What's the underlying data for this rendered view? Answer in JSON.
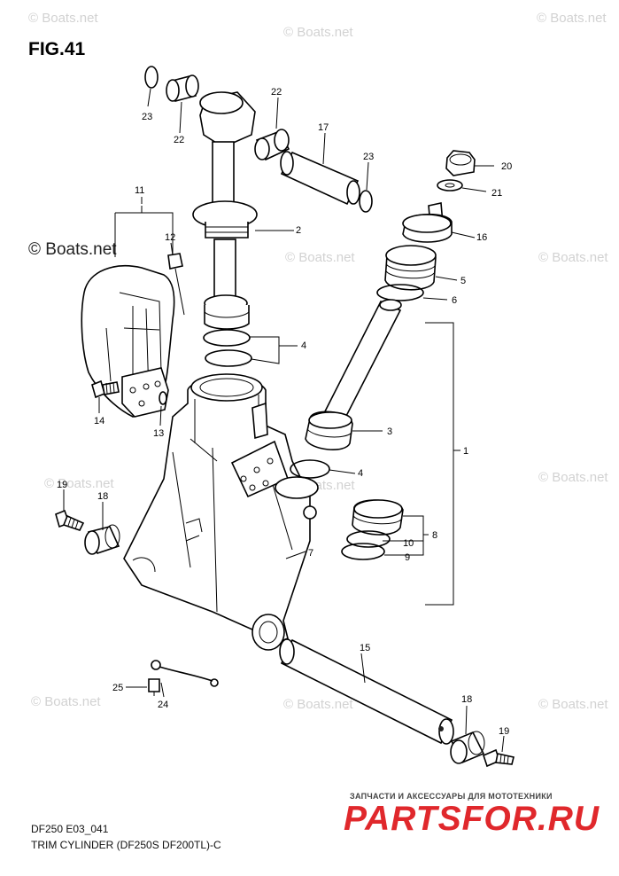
{
  "figure": {
    "title": "FIG.41",
    "code": "DF250 E03_041",
    "caption": "TRIM CYLINDER (DF250S DF200TL)-C"
  },
  "watermark": {
    "text": "© Boats.net",
    "main_text": "© Boats.net"
  },
  "shop": {
    "tagline": "ЗАПЧАСТИ И АКСЕССУАРЫ ДЛЯ МОТОТЕХНИКИ",
    "logo": "PARTSFOR.RU",
    "logo_color": "#e0282c"
  },
  "callouts": {
    "c1": "1",
    "c2": "2",
    "c3": "3",
    "c4a": "4",
    "c4b": "4",
    "c5": "5",
    "c6": "6",
    "c7": "7",
    "c8": "8",
    "c9": "9",
    "c10": "10",
    "c11": "11",
    "c12": "12",
    "c13": "13",
    "c14": "14",
    "c15": "15",
    "c16": "16",
    "c17": "17",
    "c18a": "18",
    "c18b": "18",
    "c19a": "19",
    "c19b": "19",
    "c20": "20",
    "c21": "21",
    "c22a": "22",
    "c22b": "22",
    "c23a": "23",
    "c23b": "23",
    "c24": "24",
    "c25": "25"
  }
}
